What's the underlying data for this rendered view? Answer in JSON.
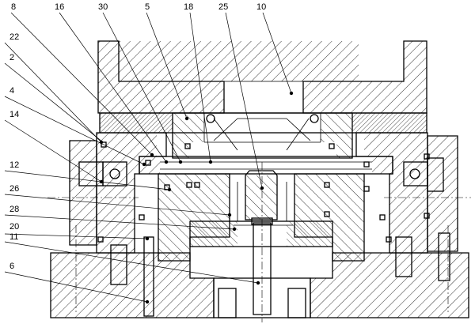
{
  "figure": {
    "part_labels": [
      "8",
      "16",
      "30",
      "5",
      "18",
      "25",
      "10",
      "22",
      "2",
      "4",
      "14",
      "12",
      "26",
      "28",
      "20",
      "11",
      "6"
    ]
  }
}
